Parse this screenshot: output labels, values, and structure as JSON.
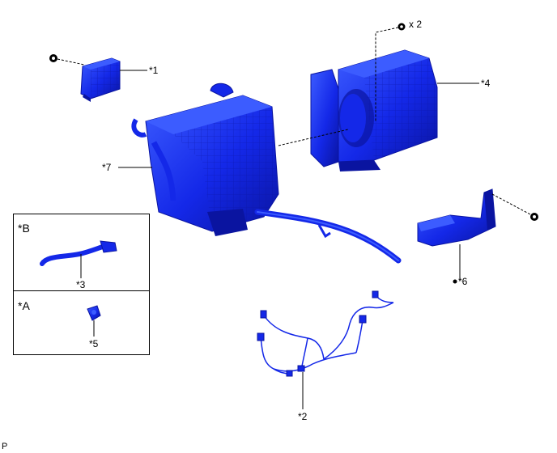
{
  "callouts": {
    "c1": "*1",
    "c2": "*2",
    "c3": "*3",
    "c4": "*4",
    "c5": "*5",
    "c6": "*6",
    "c7": "*7"
  },
  "quantity_label": "x 2",
  "inset_labels": {
    "b": "*B",
    "a": "*A"
  },
  "footer_code": "P",
  "colors": {
    "part": "#1428e8",
    "part_dark": "#0a14a0",
    "part_light": "#3c5cff"
  }
}
